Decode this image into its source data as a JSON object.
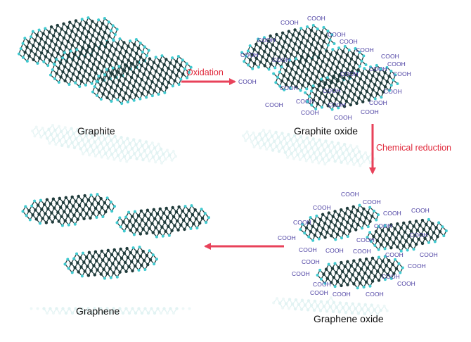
{
  "stages": {
    "graphite": "Graphite",
    "graphite_oxide": "Graphite oxide",
    "graphene_oxide": "Graphene oxide",
    "graphene": "Graphene"
  },
  "steps": {
    "oxidation": "Oxidation",
    "chemical_reduction": "Chemical reduction"
  },
  "functional_group": "COOH",
  "colors": {
    "arrow": "#e8425a",
    "step_text": "#e02a3c",
    "group_text": "#4b3fa2",
    "carbon": "#1f3b3b",
    "hydrogen": "#3fc9cf",
    "reflection": "#d6eeee"
  }
}
